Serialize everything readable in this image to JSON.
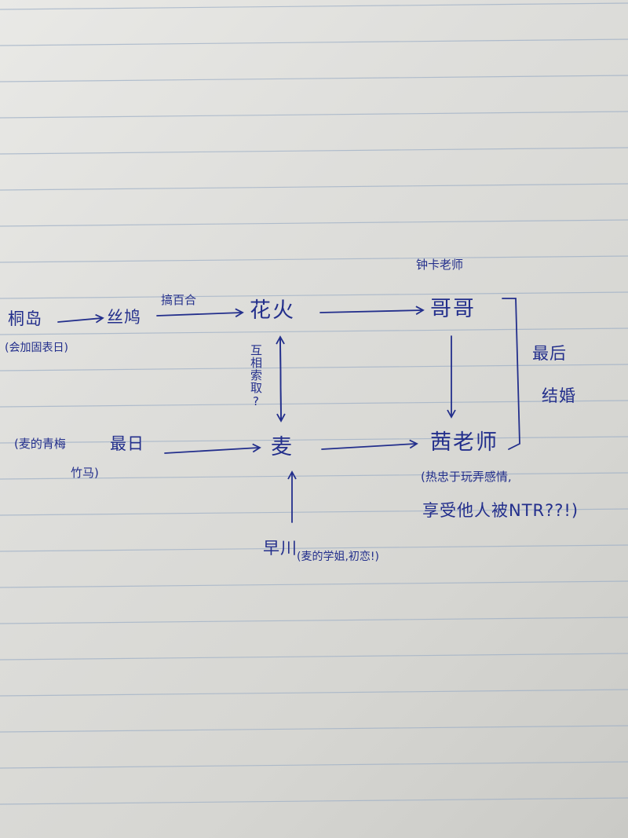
{
  "nodes": {
    "tongdao": "桐岛",
    "tongdao_note": "(会加固表日)",
    "sitang": "丝鸠",
    "huohuo": "花火",
    "gege": "哥哥",
    "gege_top_note": "钟卡老师",
    "zuoyuan": "最日",
    "zuoyuan_note_a": "(麦的青梅",
    "zuoyuan_note_b": "竹马)",
    "mai": "麦",
    "xilaoshi": "茜老师",
    "xilaoshi_note_a": "(热忠于玩弄感情,",
    "xilaoshi_note_b": "享受他人被NTR??!)",
    "zaochuan": "早川",
    "zaochuan_note": "(麦的学姐,初恋!)"
  },
  "edges": {
    "sitang_to_huohuo": "搞百合",
    "mutual": "互相索取?",
    "final": "最后",
    "final_b": "结婚"
  },
  "ink_color": "#232f8c"
}
